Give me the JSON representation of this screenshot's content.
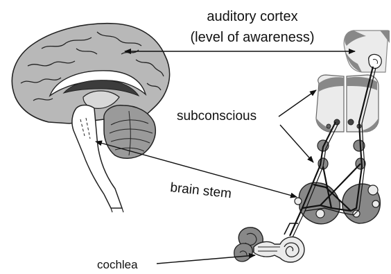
{
  "labels": {
    "cortex_line1": "auditory cortex",
    "cortex_line2": "(level of awareness)",
    "subconscious": "subconscious",
    "brain_stem": "brain stem",
    "cochlea": "cochlea"
  },
  "colors": {
    "brain_fill": "#b8b8b8",
    "brain_stroke": "#222222",
    "pathway_fill": "#888888",
    "light_fill": "#ebebeb",
    "arrow": "#111111"
  }
}
